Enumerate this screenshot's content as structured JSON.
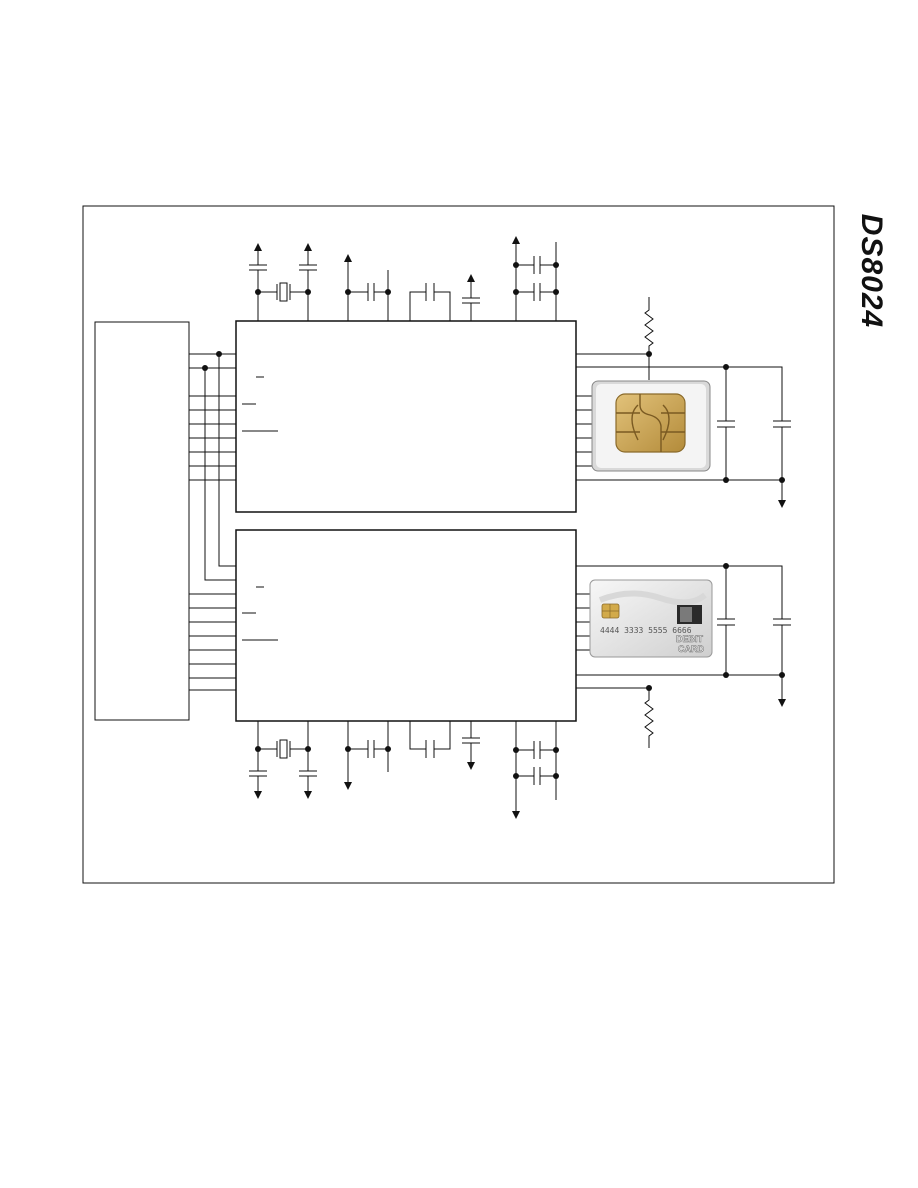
{
  "part_number": "DS8024",
  "card_number_text": "4444 3333 5555 6666",
  "card_badge_line1": "DEBIT",
  "card_badge_line2": "CARD",
  "colors": {
    "line": "#111111",
    "chip_gold": "#c9a24a",
    "chip_dark": "#8a6a2a",
    "sim_body": "#f2f2f2",
    "card_body": "#eaeaea"
  }
}
